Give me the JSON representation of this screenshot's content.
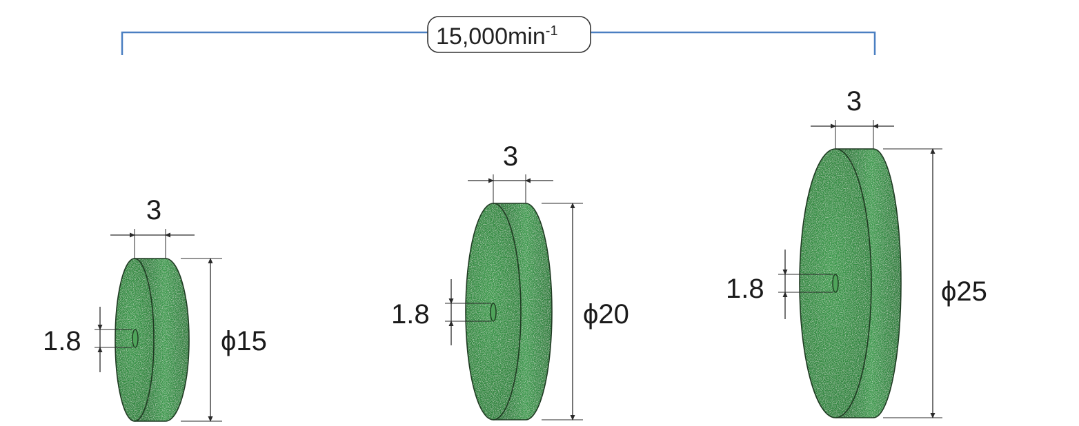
{
  "speed": {
    "value": "15,000min",
    "superscript": "-1"
  },
  "accent_color": "#4a7fc1",
  "wheel_color": "#2f8a3f",
  "wheels": [
    {
      "id": "wheel-15",
      "diameter_label": "ϕ15",
      "width_label": "3",
      "hole_label": "1.8"
    },
    {
      "id": "wheel-20",
      "diameter_label": "ϕ20",
      "width_label": "3",
      "hole_label": "1.8"
    },
    {
      "id": "wheel-25",
      "diameter_label": "ϕ25",
      "width_label": "3",
      "hole_label": "1.8"
    }
  ]
}
